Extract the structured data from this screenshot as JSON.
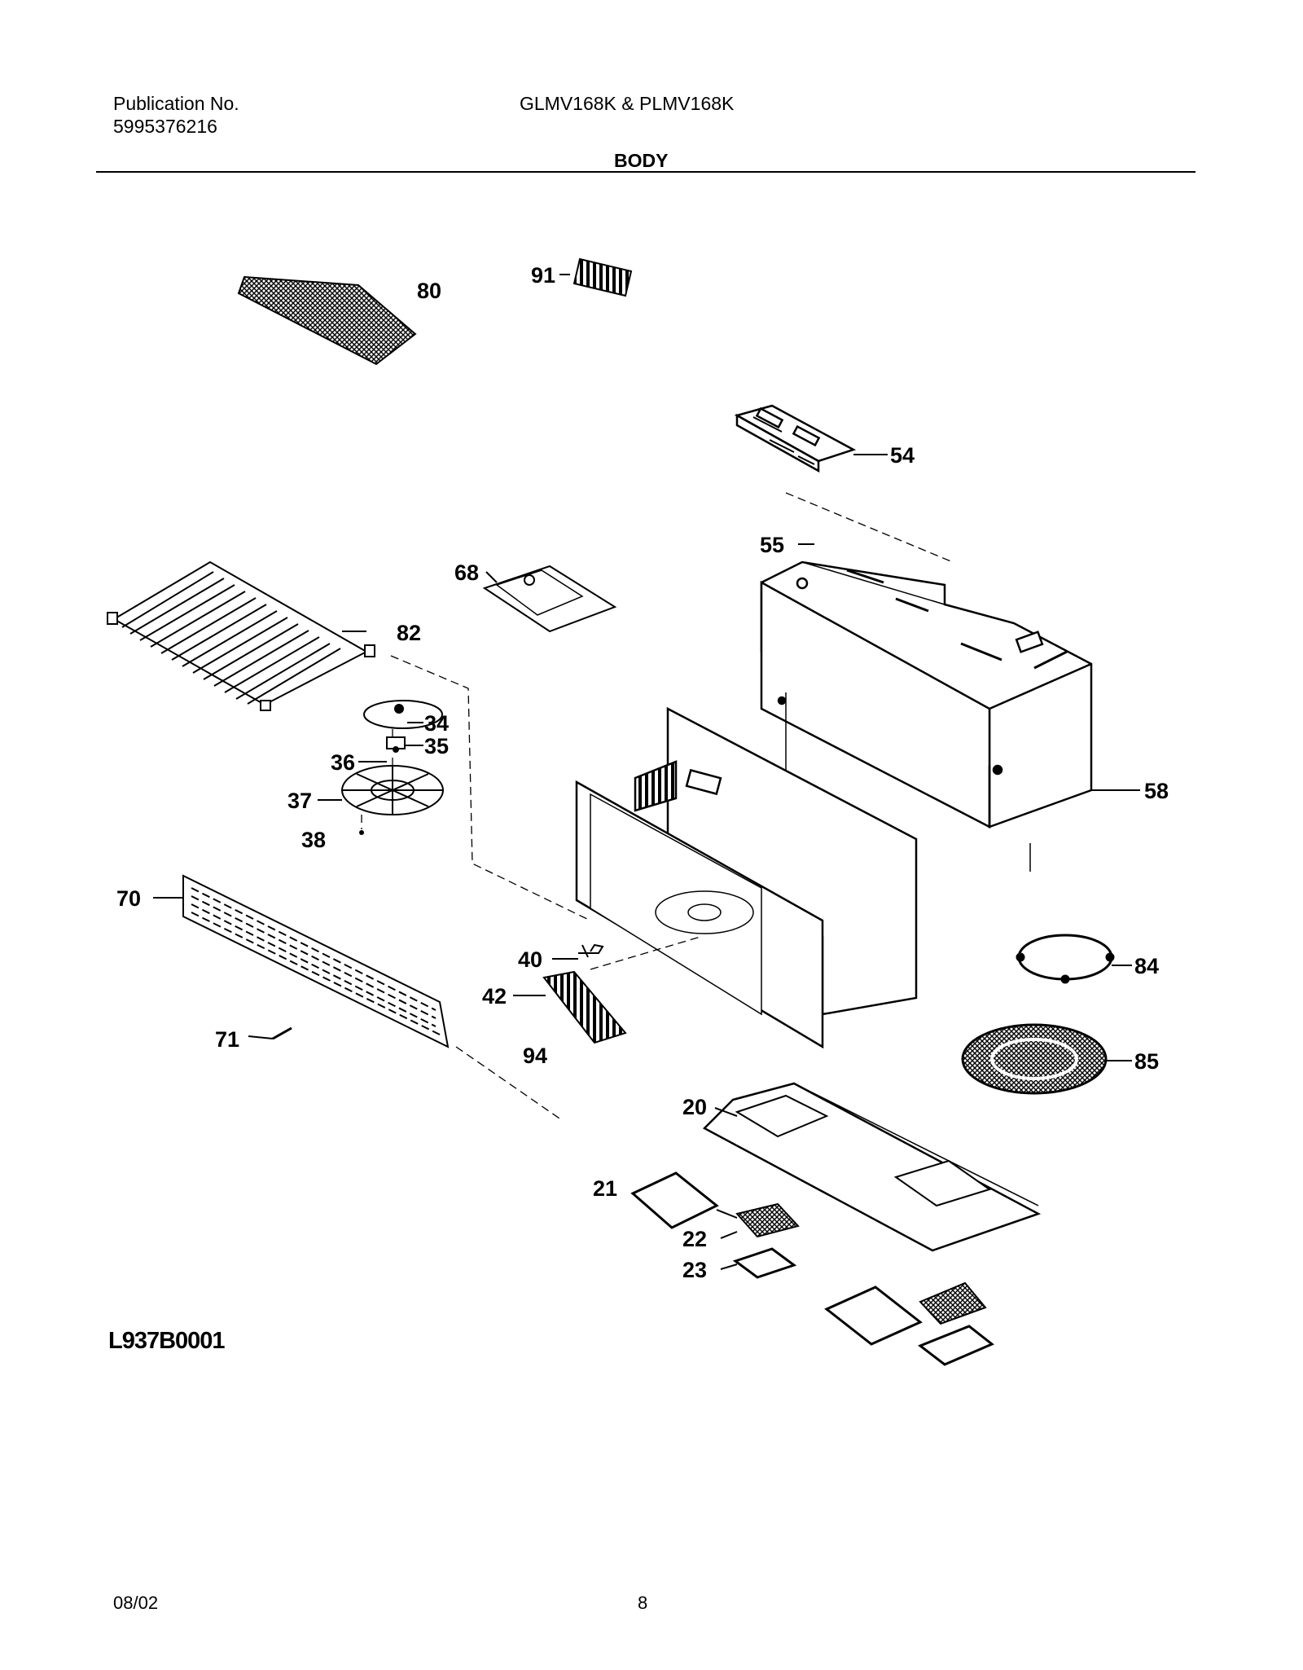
{
  "header": {
    "publication_label": "Publication No.",
    "publication_number": "5995376216",
    "models": "GLMV168K & PLMV168K",
    "section": "BODY"
  },
  "figure_id": "L937B0001",
  "footer": {
    "date": "08/02",
    "page": "8"
  },
  "parts": [
    "54",
    "91",
    "80",
    "55",
    "68",
    "82",
    "58",
    "34",
    "35",
    "36",
    "37",
    "38",
    "70",
    "40",
    "42",
    "84",
    "71",
    "94",
    "85",
    "20",
    "21",
    "22",
    "23"
  ]
}
